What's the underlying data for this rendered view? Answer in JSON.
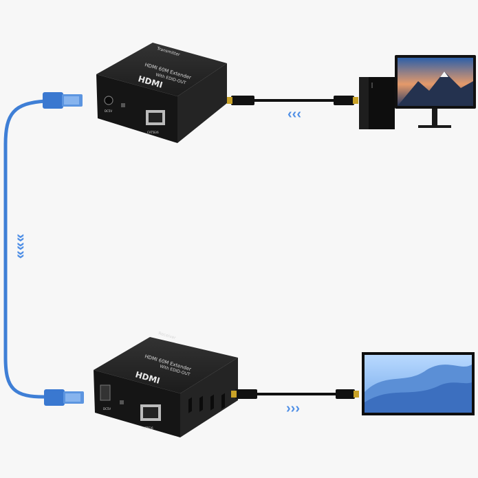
{
  "transmitter": {
    "label": "Transmitter",
    "model": "HDMI 60M Extender",
    "subtitle": "With EDID-OUT",
    "brand": "HDMI",
    "port_power": "DC5V",
    "port_lan": "CAT5E/6"
  },
  "receiver": {
    "label": "Receiver",
    "model": "HDMI 60M Extender",
    "subtitle": "With EDID-OUT",
    "brand": "HDMI",
    "port_power": "DC5V",
    "port_lan": "CAT5E/6"
  },
  "flow": {
    "top_arrows": "‹‹‹",
    "vertical_arrows": "»»»",
    "bottom_arrows": "›››"
  },
  "colors": {
    "cable_blue": "#3f7fd6",
    "arrow_blue": "#4f8fe6",
    "device_black": "#1b1b1b",
    "hdmi_gold": "#c9a227"
  }
}
